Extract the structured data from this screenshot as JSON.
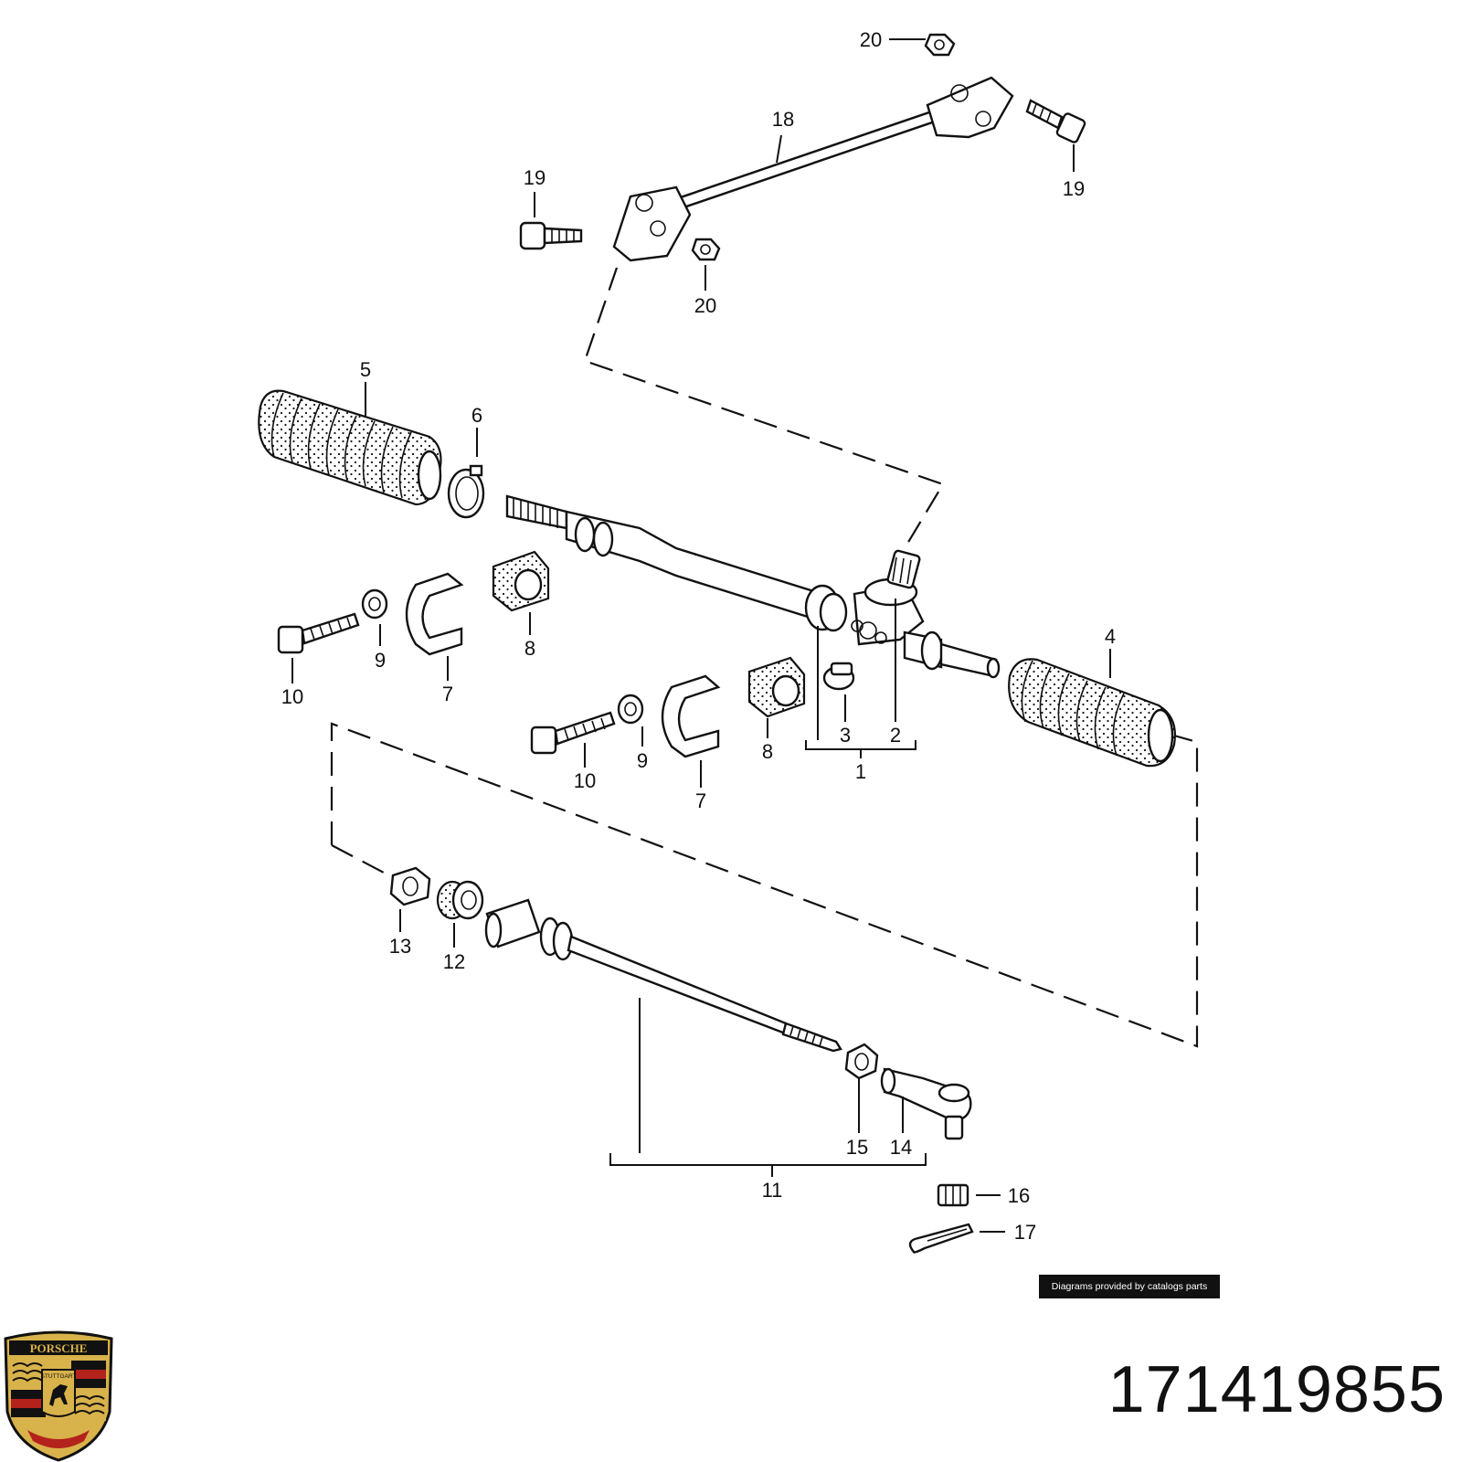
{
  "diagram": {
    "callouts": [
      "1",
      "2",
      "3",
      "4",
      "5",
      "6",
      "7",
      "7",
      "8",
      "8",
      "9",
      "9",
      "10",
      "10",
      "11",
      "12",
      "13",
      "14",
      "15",
      "16",
      "17",
      "18",
      "19",
      "19",
      "20",
      "20"
    ]
  },
  "footer": {
    "credit": "Diagrams provided by catalogs parts",
    "part_number": "171419855"
  },
  "logo": {
    "text_top": "PORSCHE",
    "text_center": "STUTTGART",
    "colors": {
      "gold": "#d8b24a",
      "red": "#b3231c",
      "black": "#111111"
    }
  }
}
